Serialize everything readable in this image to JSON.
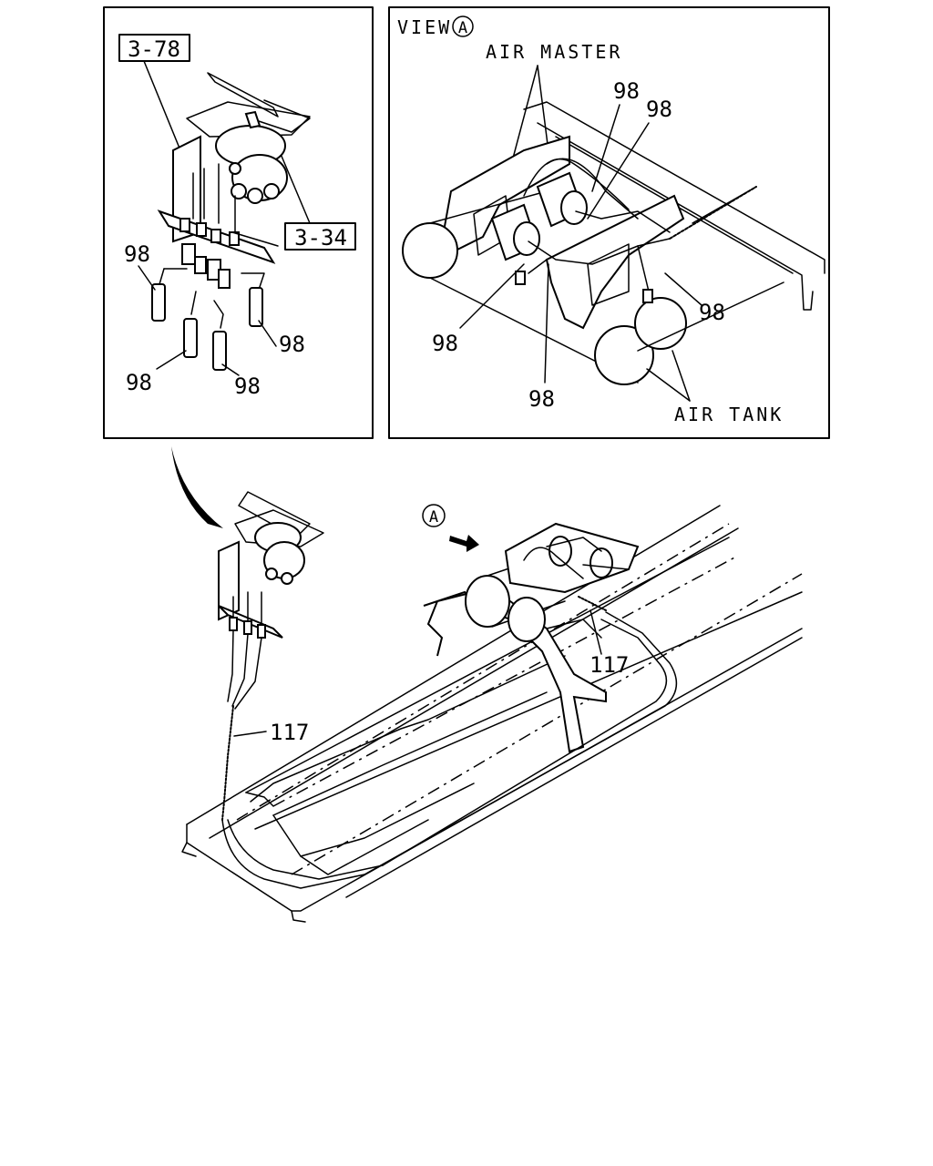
{
  "left_inset": {
    "ref_a": "3-78",
    "ref_b": "3-34",
    "callouts": [
      "98",
      "98",
      "98",
      "98"
    ]
  },
  "view_inset": {
    "title": "VIEW",
    "view_letter": "A",
    "air_master_label": "AIR MASTER",
    "air_tank_label": "AIR TANK",
    "callouts": [
      "98",
      "98",
      "98",
      "98",
      "98"
    ]
  },
  "main": {
    "view_marker": "A",
    "hose_callout_left": "117",
    "hose_callout_right": "117"
  }
}
